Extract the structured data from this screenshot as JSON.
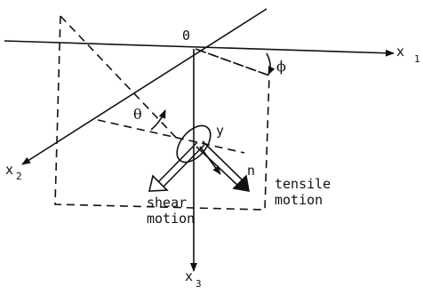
{
  "labels": {
    "origin": "0",
    "x1_base": "x",
    "x1_sub": "1",
    "x2_base": "x",
    "x2_sub": "2",
    "x3_base": "x",
    "x3_sub": "3",
    "phi": "ϕ",
    "theta": "θ",
    "y": "y",
    "n": "n",
    "shear_line1": "shear",
    "shear_line2": "motion",
    "tensile_line1": "tensile",
    "tensile_line2": "motion"
  }
}
